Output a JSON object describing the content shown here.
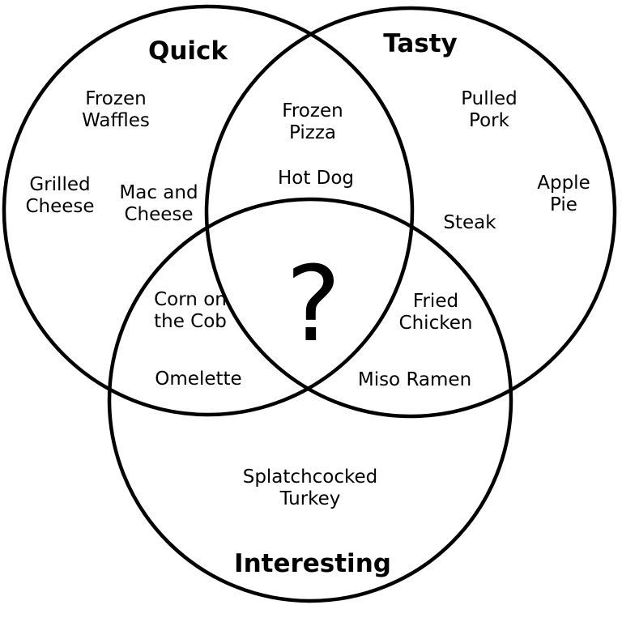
{
  "sets": [
    {
      "id": "quick",
      "label": "Quick"
    },
    {
      "id": "tasty",
      "label": "Tasty"
    },
    {
      "id": "interesting",
      "label": "Interesting"
    }
  ],
  "center_mark": "?",
  "items": {
    "frozen_waffles": [
      "Frozen",
      "Waffles"
    ],
    "grilled_cheese": [
      "Grilled",
      "Cheese"
    ],
    "mac_and_cheese": [
      "Mac and",
      "Cheese"
    ],
    "frozen_pizza": [
      "Frozen",
      "Pizza"
    ],
    "hot_dog": [
      "Hot Dog"
    ],
    "pulled_pork": [
      "Pulled",
      "Pork"
    ],
    "apple_pie": [
      "Apple",
      "Pie"
    ],
    "steak": [
      "Steak"
    ],
    "corn_on_the_cob": [
      "Corn on",
      "the Cob"
    ],
    "omelette": [
      "Omelette"
    ],
    "fried_chicken": [
      "Fried",
      "Chicken"
    ],
    "miso_ramen": [
      "Miso Ramen"
    ],
    "splatchcocked_turkey": [
      "Splatchcocked",
      "Turkey"
    ]
  }
}
